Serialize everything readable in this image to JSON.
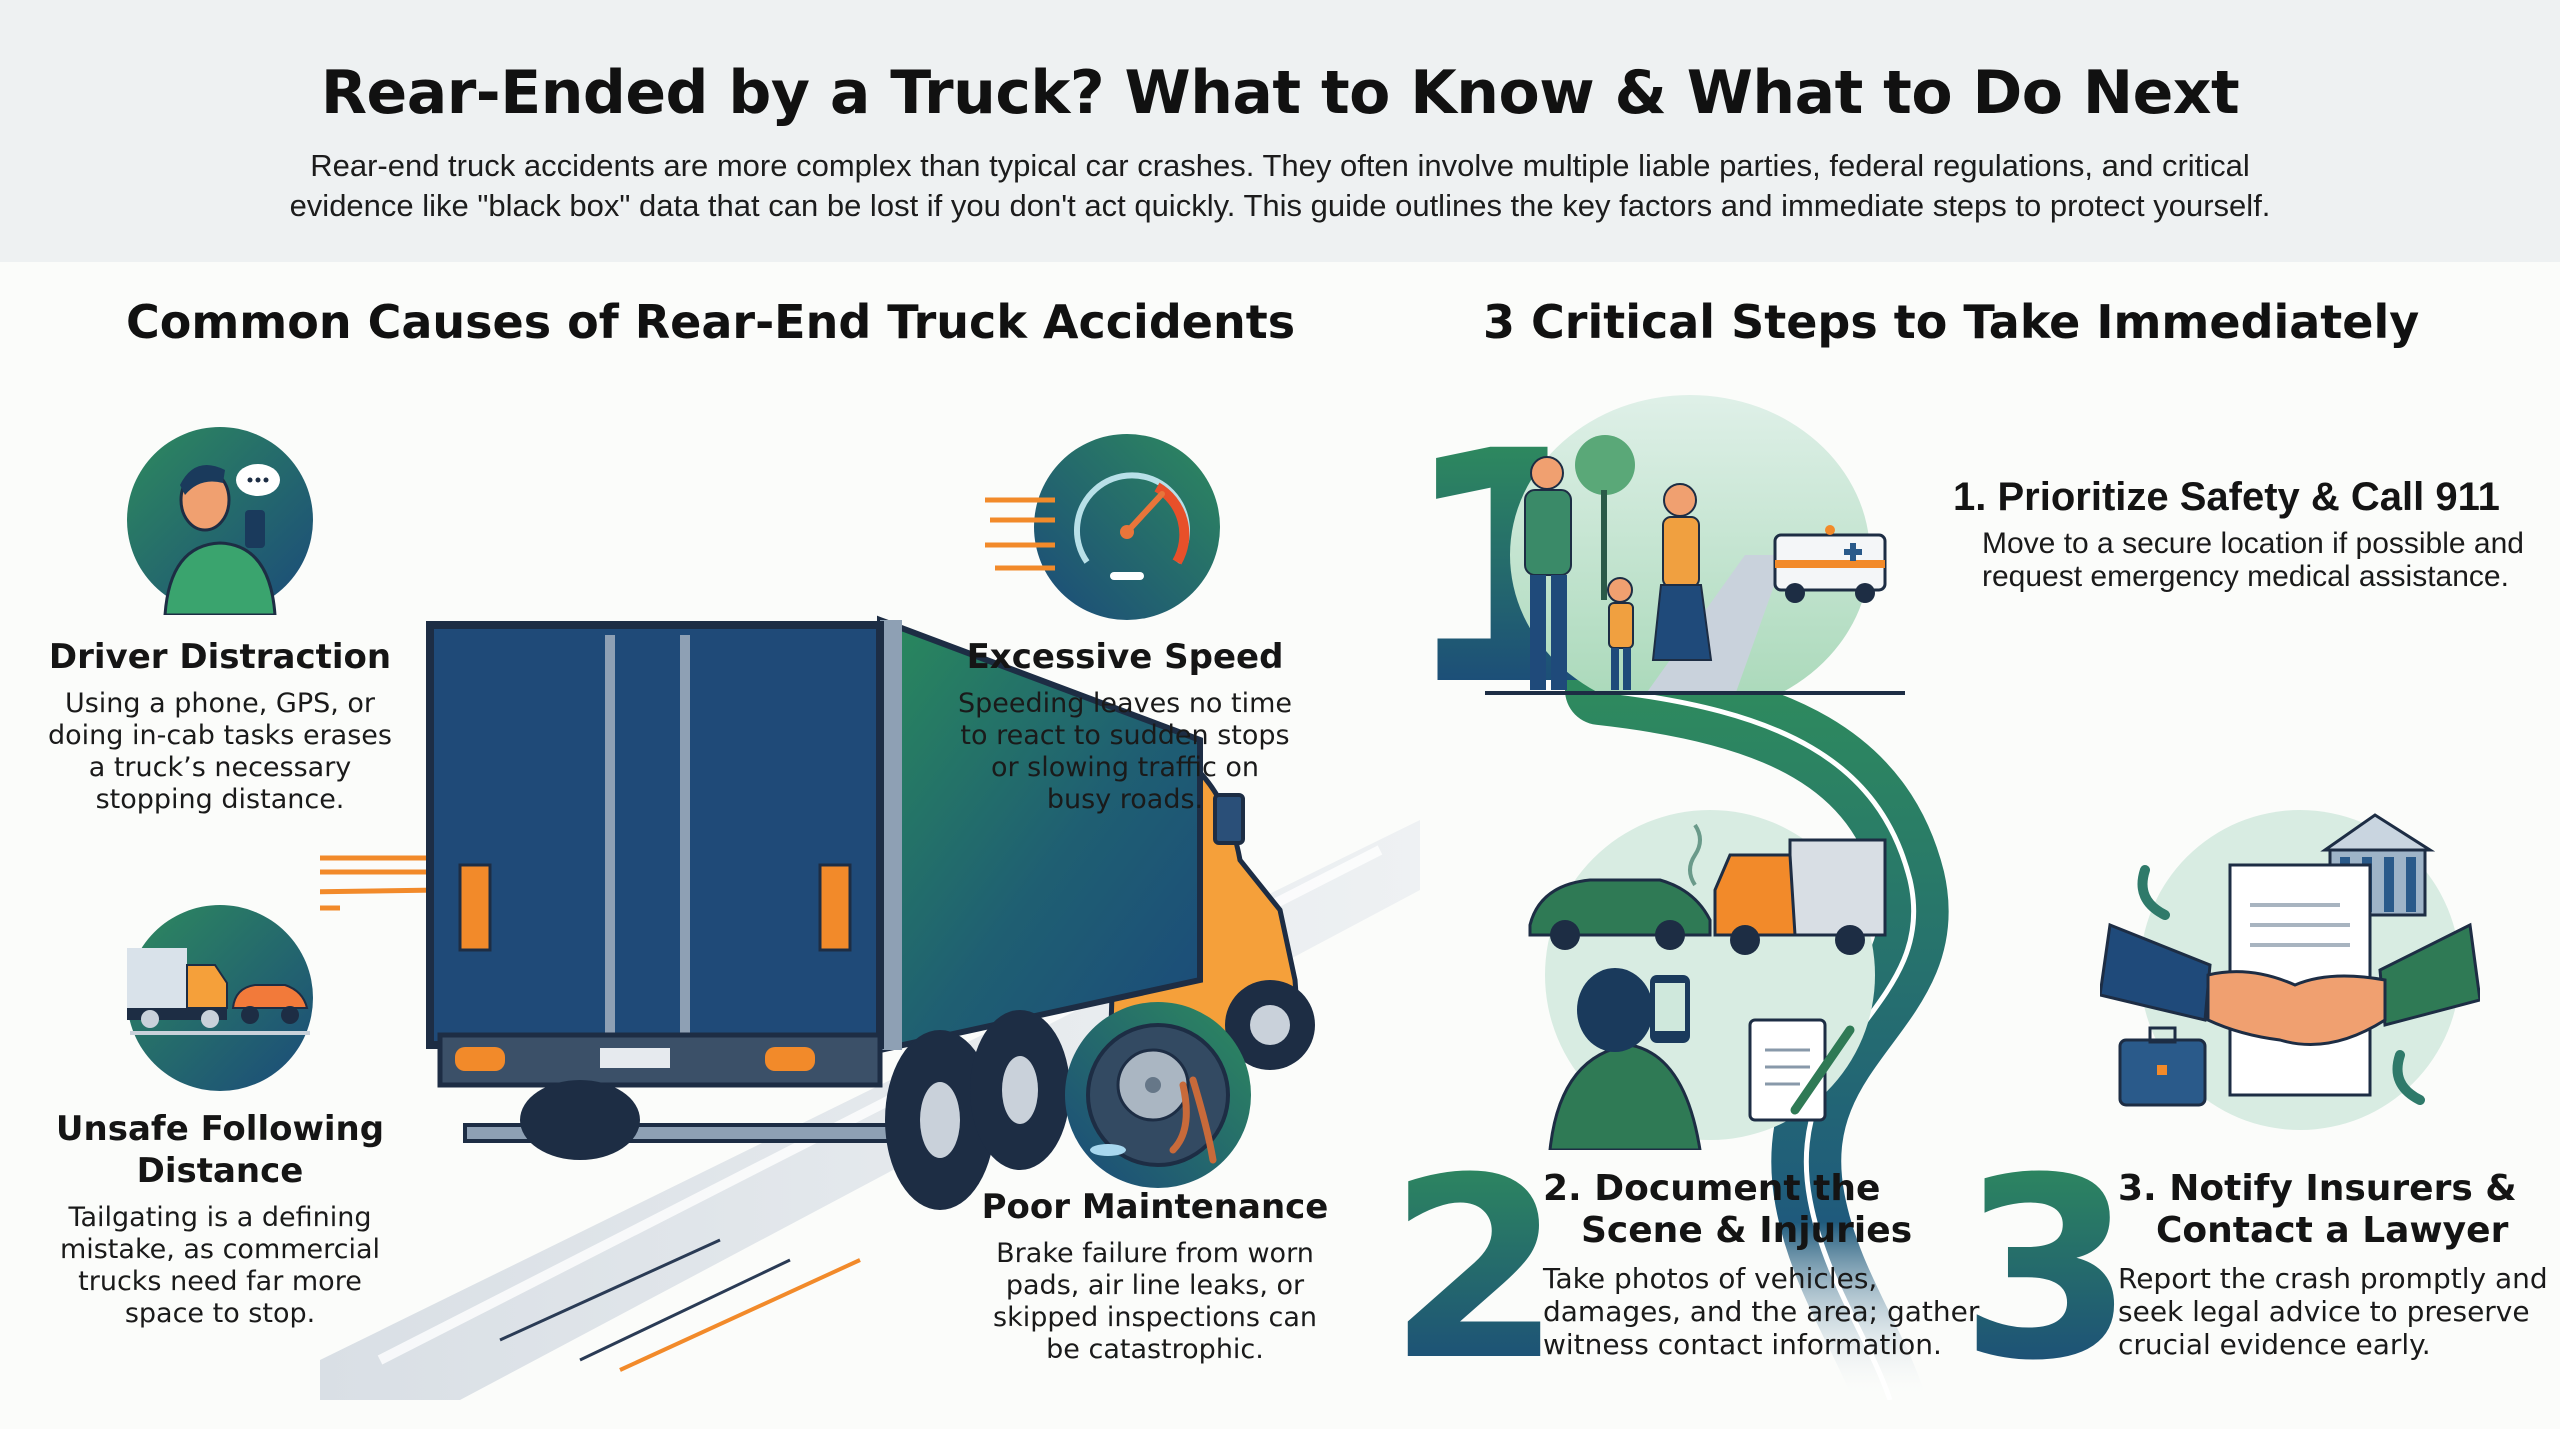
{
  "header": {
    "title": "Rear-Ended by a Truck? What to Know & What to Do Next",
    "subtitle_line1": "Rear-end truck accidents are more complex than typical car crashes. They often involve multiple liable parties, federal regulations, and critical",
    "subtitle_line2": "evidence like \"black box\" data that can be lost if you don't act quickly. This guide outlines the key factors and immediate steps to protect yourself."
  },
  "causes": {
    "heading": "Common Causes of Rear-End Truck Accidents",
    "items": [
      {
        "icon": "distracted-driver-phone-icon",
        "title": "Driver Distraction",
        "desc": [
          "Using a phone, GPS, or",
          "doing in-cab tasks erases",
          "a truck’s necessary",
          "stopping distance."
        ]
      },
      {
        "icon": "tailgating-truck-car-icon",
        "title_line1": "Unsafe Following",
        "title_line2": "Distance",
        "desc": [
          "Tailgating is a defining",
          "mistake, as commercial",
          "trucks need far more",
          "space to stop."
        ]
      },
      {
        "icon": "speedometer-icon",
        "title": "Excessive Speed",
        "desc": [
          "Speeding leaves no time",
          "to react to sudden stops",
          "or slowing traffic on",
          "busy roads."
        ]
      },
      {
        "icon": "worn-tire-brake-icon",
        "title": "Poor Maintenance",
        "desc": [
          "Brake failure from worn",
          "pads, air line leaks, or",
          "skipped inspections can",
          "be catastrophic."
        ]
      }
    ]
  },
  "steps": {
    "heading": "3 Critical Steps to Take Immediately",
    "items": [
      {
        "number": "1",
        "illustration": "family-ambulance-safety-illustration",
        "title": "1. Prioritize Safety & Call 911",
        "desc": [
          "Move to a secure location if possible and",
          "request emergency medical assistance."
        ]
      },
      {
        "number": "2",
        "illustration": "photographing-crash-scene-illustration",
        "title_line1": "2. Document the",
        "title_line2": "Scene & Injuries",
        "desc": [
          "Take photos of vehicles,",
          "damages, and the area; gather",
          "witness contact information."
        ]
      },
      {
        "number": "3",
        "illustration": "handshake-lawyer-insurance-illustration",
        "title_line1": "3. Notify Insurers &",
        "title_line2": "Contact a Lawyer",
        "desc": [
          "Report the crash promptly and",
          "seek legal advice to preserve",
          "crucial evidence early."
        ]
      }
    ]
  },
  "colors": {
    "green": "#2e8a5e",
    "navy": "#1d4f7c",
    "orange": "#f28a2a",
    "header_bg": "#eef1f2",
    "page_bg": "#fbfcfa"
  }
}
